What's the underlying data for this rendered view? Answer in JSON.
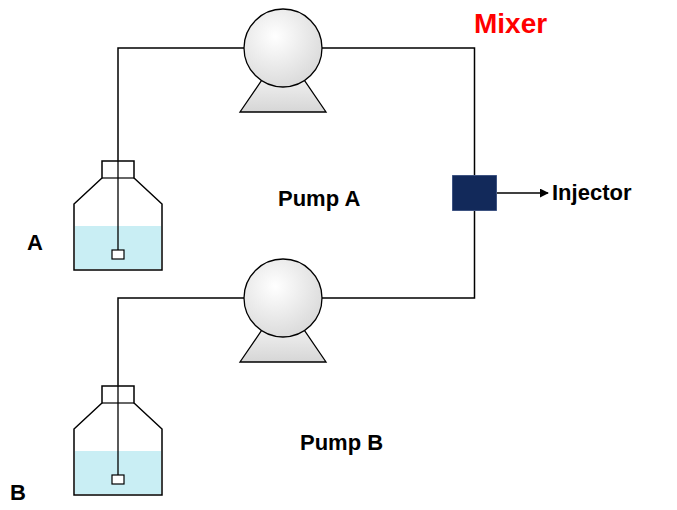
{
  "diagram": {
    "nodes": [
      {
        "text": [
          "A"
        ]
      },
      {
        "text": [
          "Pump A"
        ]
      },
      {
        "text": [
          "Mixer"
        ]
      },
      {
        "text": [
          "Injector"
        ]
      },
      {
        "text": [
          "B"
        ]
      },
      {
        "text": [
          "Pump B"
        ]
      }
    ],
    "edges": [
      {
        "from": 0,
        "to": 1,
        "arrow": "none"
      },
      {
        "from": 1,
        "to": 2,
        "arrow": "none"
      },
      {
        "from": 2,
        "to": 3,
        "arrow": "to"
      },
      {
        "from": 4,
        "to": 5,
        "arrow": "none"
      },
      {
        "from": 5,
        "to": 2,
        "arrow": "none"
      }
    ]
  }
}
